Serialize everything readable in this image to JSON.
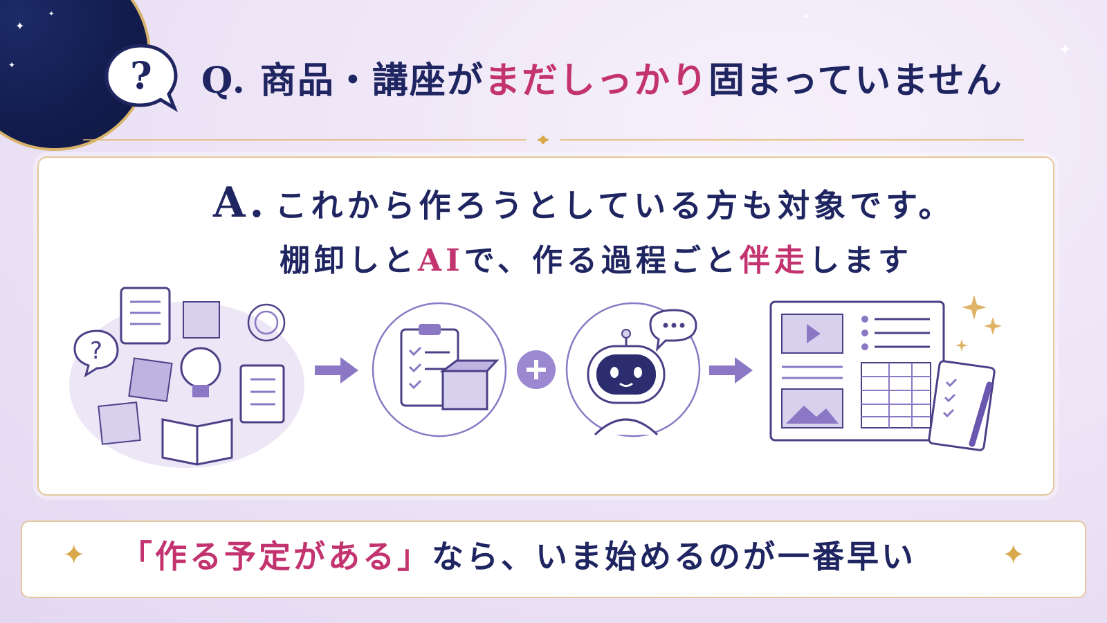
{
  "question": {
    "prefix": "Q.",
    "text_before": "商品・講座が",
    "text_highlight": "まだしっかり",
    "text_after": "固まっていません",
    "icon": "question-bubble-icon",
    "icon_glyph": "?"
  },
  "answer": {
    "prefix": "A.",
    "line1": "これから作ろうとしている方も対象です。",
    "line2_a": "棚卸しと",
    "line2_hl1": "AI",
    "line2_b": "で、作る過程ごと",
    "line2_hl2": "伴走",
    "line2_c": "します"
  },
  "bottom": {
    "quote": "「作る予定がある」",
    "rest": "なら、いま始めるのが一番早い"
  },
  "colors": {
    "navy": "#1f2560",
    "accent": "#c2336f",
    "gold": "#d8a84a",
    "lavender": "#8a78c4"
  },
  "icons": [
    "ideas-cluster-icon",
    "arrow-right-icon",
    "clipboard-box-icon",
    "plus-icon",
    "robot-chat-icon",
    "arrow-right-icon",
    "course-materials-icon"
  ]
}
